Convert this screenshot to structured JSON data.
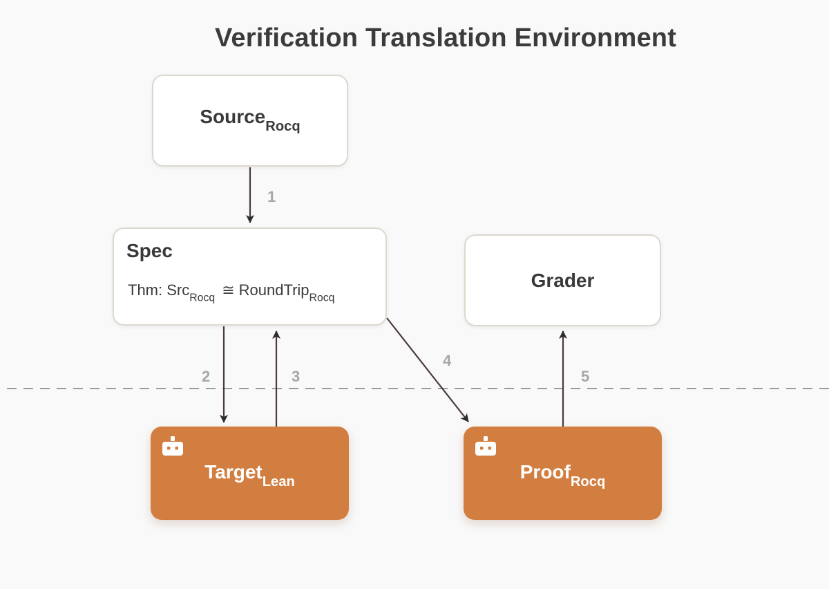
{
  "title": "Verification Translation Environment",
  "nodes": {
    "source": {
      "main": "Source",
      "sub": "Rocq"
    },
    "spec": {
      "title": "Spec",
      "thm_prefix": "Thm: Src",
      "thm_src_sub": "Rocq",
      "thm_op": "≅",
      "thm_rhs": "RoundTrip",
      "thm_rhs_sub": "Rocq"
    },
    "grader": {
      "main": "Grader"
    },
    "target": {
      "main": "Target",
      "sub": "Lean",
      "icon": "robot-icon"
    },
    "proof": {
      "main": "Proof",
      "sub": "Rocq",
      "icon": "robot-icon"
    }
  },
  "edges": [
    {
      "label": "1",
      "from": "source",
      "to": "spec"
    },
    {
      "label": "2",
      "from": "spec",
      "to": "target"
    },
    {
      "label": "3",
      "from": "target",
      "to": "spec"
    },
    {
      "label": "4",
      "from": "spec",
      "to": "proof"
    },
    {
      "label": "5",
      "from": "proof",
      "to": "grader"
    }
  ],
  "colors": {
    "agent_fill": "#d27e40",
    "node_fill": "#ffffff",
    "node_border": "#ddd8cf",
    "arrow": "#4a3a3a",
    "label": "#a7a7a7",
    "divider": "#9a9a9a",
    "background": "#f9f9f9"
  }
}
